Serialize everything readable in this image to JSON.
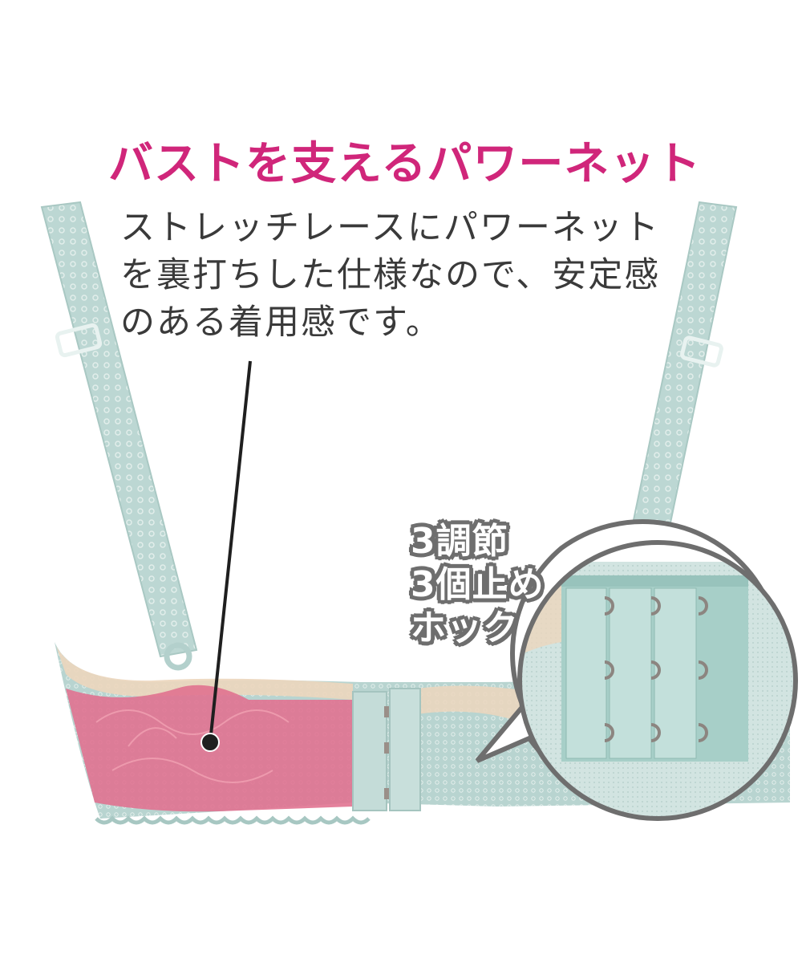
{
  "headline": {
    "text": "バストを支えるパワーネット",
    "color": "#d0267a"
  },
  "description": {
    "lines": [
      "ストレッチレースにパワーネット",
      "を裏打ちした仕様なので、安定感",
      "のある着用感です。"
    ],
    "color": "#3a3a3a"
  },
  "callout": {
    "lines": [
      "3調節",
      "3個止め",
      "ホック"
    ],
    "text_color": "#ffffff",
    "outline_color": "#6e6e6e"
  },
  "illustration": {
    "subject": "bra back view with straps, power-net lining highlighted and hook-and-eye closure detail",
    "colors": {
      "fabric_mint": "#b5d3cf",
      "lace_cream": "#ecd2b6",
      "powernet_highlight": "#e0708e",
      "leader_line": "#1f1f1f",
      "magnifier_border": "#6e6e6e",
      "hook_metal": "#9a8f88"
    },
    "hook_grid": {
      "columns": 3,
      "rows": 3
    }
  }
}
